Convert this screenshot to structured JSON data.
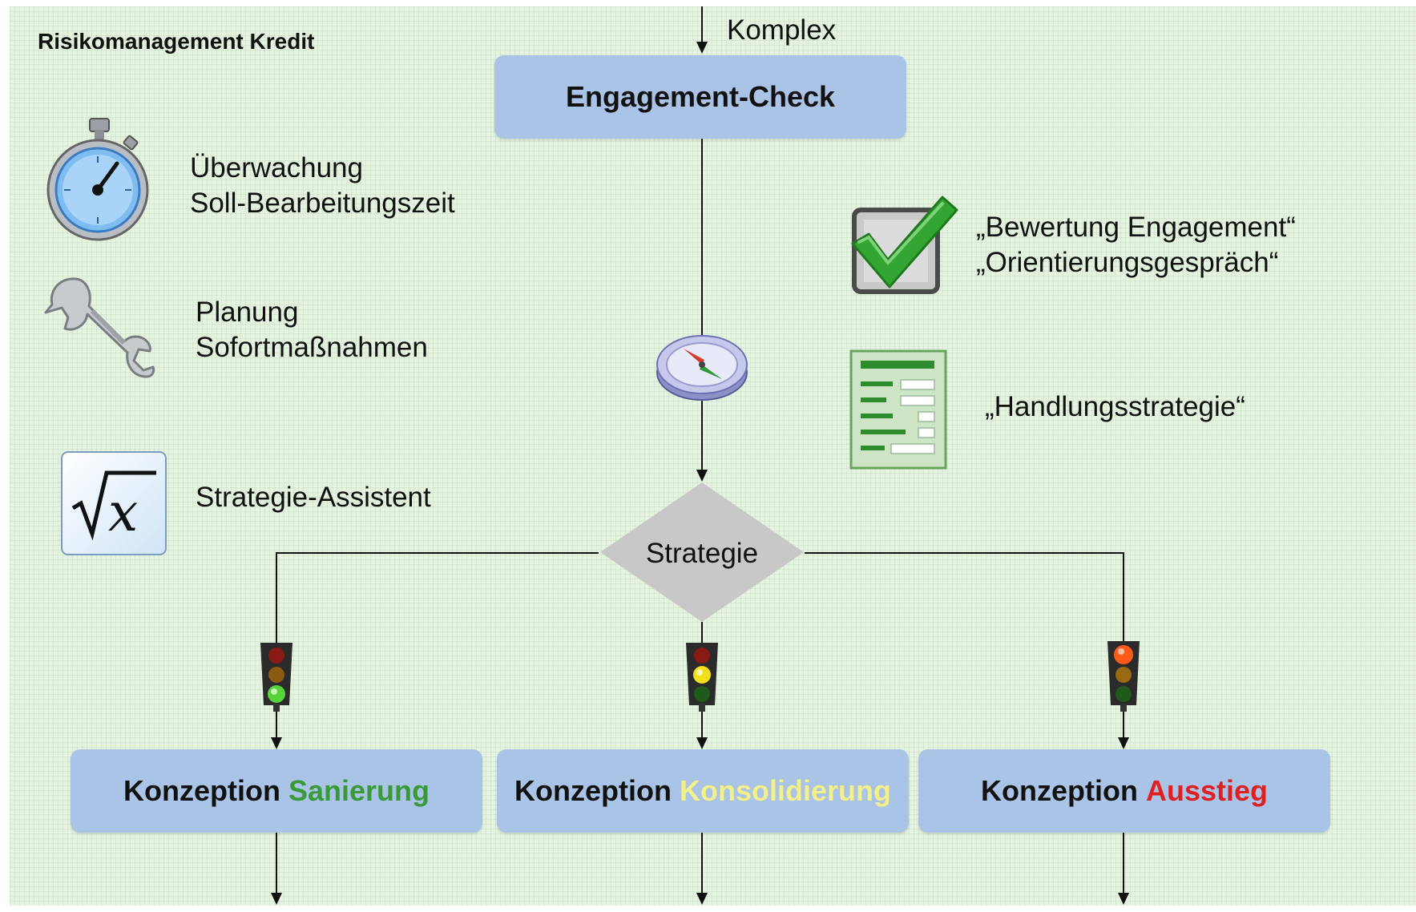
{
  "header": {
    "title": "Risikomanagement Kredit"
  },
  "flow": {
    "entry_label": "Komplex",
    "check_box": "Engagement-Check",
    "decision": "Strategie",
    "outcomes": [
      {
        "prefix": "Konzeption",
        "word": "Sanierung",
        "word_color": "#3a9a3a",
        "light": "green"
      },
      {
        "prefix": "Konzeption",
        "word": "Konsolidierung",
        "word_color": "#f3f08a",
        "light": "yellow"
      },
      {
        "prefix": "Konzeption",
        "word": "Ausstieg",
        "word_color": "#e02020",
        "light": "red"
      }
    ]
  },
  "left_items": [
    {
      "icon": "stopwatch-icon",
      "lines": [
        "Überwachung",
        "Soll-Bearbeitungszeit"
      ]
    },
    {
      "icon": "wrench-icon",
      "lines": [
        "Planung",
        "Sofortmaßnahmen"
      ]
    },
    {
      "icon": "square-root-icon",
      "lines": [
        "Strategie-Assistent"
      ]
    }
  ],
  "right_items": [
    {
      "icon": "checkmark-icon",
      "lines": [
        "„Bewertung Engagement“",
        "„Orientierungsgespräch“"
      ]
    },
    {
      "icon": "form-document-icon",
      "lines": [
        "„Handlungsstrategie“"
      ]
    }
  ],
  "center_icon": "compass-icon",
  "colors": {
    "background": "#e6f3e0",
    "box_fill": "#a9c4e7",
    "decision_fill": "#c8c8c8"
  }
}
